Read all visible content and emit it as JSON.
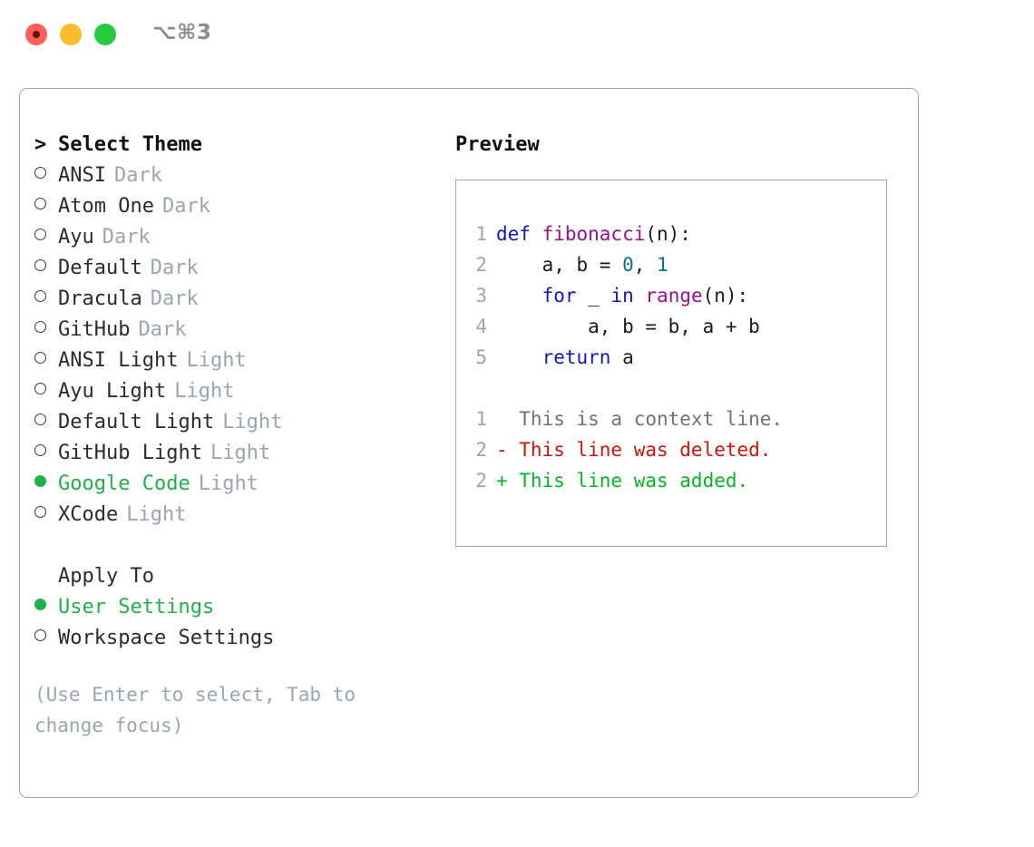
{
  "window": {
    "shortcut": "⌥⌘3",
    "traffic_lights": [
      "close-red",
      "minimize-yellow",
      "maximize-green"
    ]
  },
  "theme_picker": {
    "header_marker": ">",
    "header": "Select Theme",
    "items": [
      {
        "marker": "o",
        "name": "ANSI",
        "tag": "Dark",
        "selected": false
      },
      {
        "marker": "o",
        "name": "Atom One",
        "tag": "Dark",
        "selected": false
      },
      {
        "marker": "o",
        "name": "Ayu",
        "tag": "Dark",
        "selected": false
      },
      {
        "marker": "o",
        "name": "Default",
        "tag": "Dark",
        "selected": false
      },
      {
        "marker": "o",
        "name": "Dracula",
        "tag": "Dark",
        "selected": false
      },
      {
        "marker": "o",
        "name": "GitHub",
        "tag": "Dark",
        "selected": false
      },
      {
        "marker": "o",
        "name": "ANSI Light",
        "tag": "Light",
        "selected": false
      },
      {
        "marker": "o",
        "name": "Ayu Light",
        "tag": "Light",
        "selected": false
      },
      {
        "marker": "o",
        "name": "Default Light",
        "tag": "Light",
        "selected": false
      },
      {
        "marker": "o",
        "name": "GitHub Light",
        "tag": "Light",
        "selected": false
      },
      {
        "marker": "●",
        "name": "Google Code",
        "tag": "Light",
        "selected": true
      },
      {
        "marker": "o",
        "name": "XCode",
        "tag": "Light",
        "selected": false
      }
    ]
  },
  "apply_to": {
    "title": "Apply To",
    "options": [
      {
        "marker": "●",
        "label": "User Settings",
        "selected": true
      },
      {
        "marker": "o",
        "label": "Workspace Settings",
        "selected": false
      }
    ]
  },
  "hint": "(Use Enter to select, Tab to change focus)",
  "preview": {
    "title": "Preview",
    "code_lines": [
      {
        "number": "1",
        "tokens": [
          {
            "t": "def ",
            "c": "kw"
          },
          {
            "t": "fibonacci",
            "c": "fn"
          },
          {
            "t": "(n):",
            "c": "plain"
          }
        ]
      },
      {
        "number": "2",
        "tokens": [
          {
            "t": "    a, b = ",
            "c": "plain"
          },
          {
            "t": "0",
            "c": "num"
          },
          {
            "t": ", ",
            "c": "plain"
          },
          {
            "t": "1",
            "c": "num"
          }
        ]
      },
      {
        "number": "3",
        "tokens": [
          {
            "t": "    ",
            "c": "plain"
          },
          {
            "t": "for",
            "c": "kw"
          },
          {
            "t": " _ ",
            "c": "plain"
          },
          {
            "t": "in",
            "c": "kw"
          },
          {
            "t": " ",
            "c": "plain"
          },
          {
            "t": "range",
            "c": "fn"
          },
          {
            "t": "(n):",
            "c": "plain"
          }
        ]
      },
      {
        "number": "4",
        "tokens": [
          {
            "t": "        a, b = b, a + b",
            "c": "plain"
          }
        ]
      },
      {
        "number": "5",
        "tokens": [
          {
            "t": "    ",
            "c": "plain"
          },
          {
            "t": "return",
            "c": "kw"
          },
          {
            "t": " a",
            "c": "plain"
          }
        ]
      }
    ],
    "diff_lines": [
      {
        "number": "1",
        "tokens": [
          {
            "t": "  This is a context line.",
            "c": "ctx"
          }
        ]
      },
      {
        "number": "2",
        "tokens": [
          {
            "t": "- This line was deleted.",
            "c": "del"
          }
        ]
      },
      {
        "number": "2",
        "tokens": [
          {
            "t": "+ This line was added.",
            "c": "add"
          }
        ]
      }
    ]
  },
  "colors": {
    "selected_green": "#22b04a",
    "muted_tag": "#9aa5b4",
    "border": "#9aa6b6",
    "keyword_blue": "#1414c4",
    "function_magenta": "#99118e",
    "number_teal": "#0b7285",
    "diff_deleted_red": "#c8160c",
    "diff_added_green": "#06b524",
    "traffic_red": "#fc5f57",
    "traffic_yellow": "#fdbc2e",
    "traffic_green": "#27c93f"
  }
}
